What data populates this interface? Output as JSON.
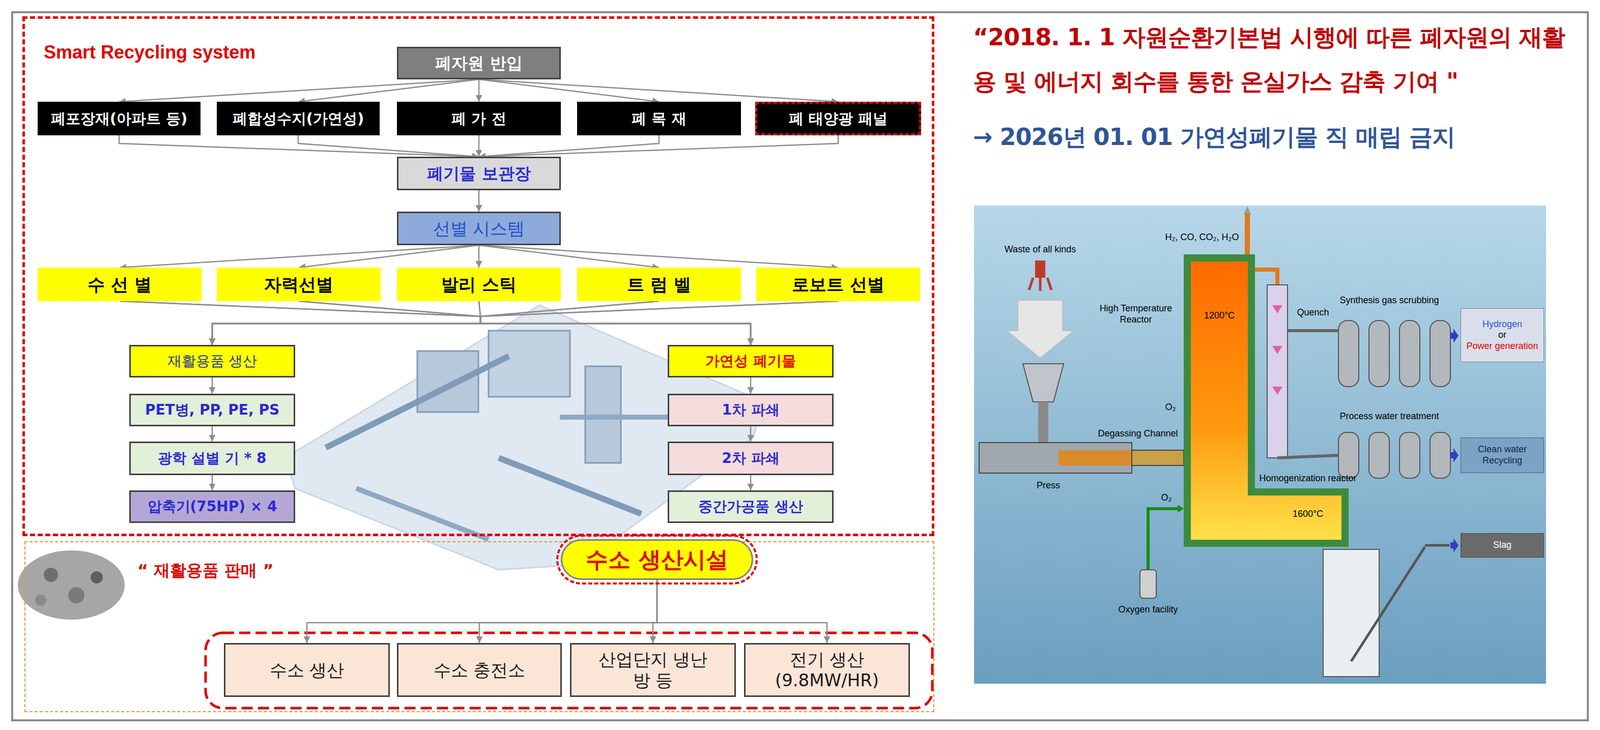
{
  "diagram": {
    "nodes": [
      {
        "text": [
          "Smart Recycling system"
        ]
      },
      {
        "text": [
          "폐자원 반입"
        ],
        "in": 0
      },
      {
        "text": [
          "폐포장재(아파트 등)"
        ],
        "in": 0
      },
      {
        "text": [
          "폐합성수지(가연성)"
        ],
        "in": 0
      },
      {
        "text": [
          "폐 가 전"
        ],
        "in": 0
      },
      {
        "text": [
          "폐 목 재"
        ],
        "in": 0
      },
      {
        "text": [
          "폐 태양광 패널"
        ],
        "in": 0
      },
      {
        "text": [
          "폐기물 보관장"
        ],
        "in": 0
      },
      {
        "text": [
          "선별 시스템"
        ],
        "in": 0
      },
      {
        "text": [
          "수 선 별"
        ],
        "in": 0
      },
      {
        "text": [
          "자력선별"
        ],
        "in": 0
      },
      {
        "text": [
          "발리 스틱"
        ],
        "in": 0
      },
      {
        "text": [
          "트 럼 벨"
        ],
        "in": 0
      },
      {
        "text": [
          "로보트 선별"
        ],
        "in": 0
      },
      {
        "text": [
          "재활용품 생산"
        ],
        "in": 0
      },
      {
        "text": [
          "PET병, PP, PE, PS"
        ],
        "in": 0
      },
      {
        "text": [
          "광학 설별 기 * 8"
        ],
        "in": 0
      },
      {
        "text": [
          "압축기(75HP) × 4"
        ],
        "in": 0
      },
      {
        "text": [
          "가연성 폐기물"
        ],
        "in": 0
      },
      {
        "text": [
          "1차 파쇄"
        ],
        "in": 0
      },
      {
        "text": [
          "2차 파쇄"
        ],
        "in": 0
      },
      {
        "text": [
          "중간가공품 생산"
        ],
        "in": 0
      },
      {
        "text": [
          "“ 재활용품 판매 ”"
        ]
      },
      {
        "text": [
          "수소 생산시설"
        ],
        "in": 22
      },
      {
        "text": [
          "수소 생산"
        ],
        "in": 22
      },
      {
        "text": [
          "수소 충전소"
        ],
        "in": 22
      },
      {
        "text": [
          "산업단지 냉난방 등"
        ],
        "in": 22
      },
      {
        "text": [
          "전기 생산 (9.8MW/HR)"
        ],
        "in": 22
      },
      {
        "text": [
          "Hydrogen",
          "or",
          "Power generation"
        ]
      },
      {
        "text": [
          "Clean water Recycling"
        ]
      },
      {
        "text": [
          "Slag"
        ]
      }
    ],
    "edges": [
      {
        "from": 1,
        "to": 2,
        "arrow": "to"
      },
      {
        "from": 1,
        "to": 3,
        "arrow": "to"
      },
      {
        "from": 1,
        "to": 4,
        "arrow": "to"
      },
      {
        "from": 1,
        "to": 5,
        "arrow": "to"
      },
      {
        "from": 1,
        "to": 6,
        "arrow": "to"
      },
      {
        "from": 2,
        "to": 7,
        "arrow": "to"
      },
      {
        "from": 3,
        "to": 7,
        "arrow": "to"
      },
      {
        "from": 4,
        "to": 7,
        "arrow": "to"
      },
      {
        "from": 5,
        "to": 7,
        "arrow": "to"
      },
      {
        "from": 6,
        "to": 7,
        "arrow": "to"
      },
      {
        "from": 7,
        "to": 8,
        "arrow": "to"
      },
      {
        "from": 8,
        "to": 9,
        "arrow": "to"
      },
      {
        "from": 8,
        "to": 10,
        "arrow": "to"
      },
      {
        "from": 8,
        "to": 11,
        "arrow": "to"
      },
      {
        "from": 8,
        "to": 12,
        "arrow": "to"
      },
      {
        "from": 8,
        "to": 13,
        "arrow": "to"
      },
      {
        "from": 9,
        "to": 14,
        "arrow": "to"
      },
      {
        "from": 9,
        "to": 18,
        "arrow": "to"
      },
      {
        "from": 10,
        "to": 14,
        "arrow": "to"
      },
      {
        "from": 10,
        "to": 18,
        "arrow": "to"
      },
      {
        "from": 11,
        "to": 14,
        "arrow": "to"
      },
      {
        "from": 11,
        "to": 18,
        "arrow": "to"
      },
      {
        "from": 12,
        "to": 14,
        "arrow": "to"
      },
      {
        "from": 12,
        "to": 18,
        "arrow": "to"
      },
      {
        "from": 13,
        "to": 14,
        "arrow": "to"
      },
      {
        "from": 13,
        "to": 18,
        "arrow": "to"
      },
      {
        "from": 14,
        "to": 15,
        "arrow": "to"
      },
      {
        "from": 15,
        "to": 16,
        "arrow": "to"
      },
      {
        "from": 16,
        "to": 17,
        "arrow": "to"
      },
      {
        "from": 18,
        "to": 19,
        "arrow": "to"
      },
      {
        "from": 19,
        "to": 20,
        "arrow": "to"
      },
      {
        "from": 20,
        "to": 21,
        "arrow": "to"
      },
      {
        "from": 23,
        "to": 24,
        "arrow": "to"
      },
      {
        "from": 23,
        "to": 25,
        "arrow": "to"
      },
      {
        "from": 23,
        "to": 26,
        "arrow": "to"
      },
      {
        "from": 23,
        "to": 27,
        "arrow": "to"
      }
    ],
    "labels": [
      "“2018. 1. 1 자원순환기본법 시행에 따른 폐자원의 재활용 및 에너지 회수를 통한 온실가스 감축 기여 \"",
      "→ 2026년 01. 01 가연성폐기물 직 매립 금지",
      "Waste of all kinds",
      "H₂, CO, CO₂, H₂O",
      "High Temperature Reactor",
      "1200°C",
      "Quench",
      "Synthesis gas scrubbing",
      "Process water treatment",
      "O₂",
      "Degassing Channel",
      "Press",
      "O₂",
      "Homogenization reactor",
      "1600°C",
      "Oxygen facility"
    ]
  }
}
